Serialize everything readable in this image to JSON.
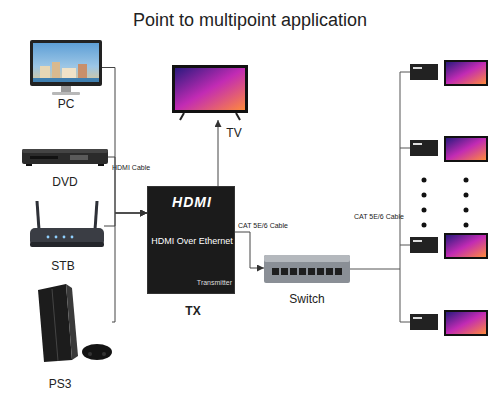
{
  "diagram": {
    "title": "Point to multipoint application",
    "nodes": [
      {
        "text": [
          "PC"
        ]
      },
      {
        "text": [
          "DVD"
        ]
      },
      {
        "text": [
          "STB"
        ]
      },
      {
        "text": [
          "PS3"
        ]
      },
      {
        "text": [
          "TV"
        ]
      },
      {
        "text": [
          "HDMI",
          "HDMI Over Ethernet",
          "Transmitter",
          "TX"
        ]
      },
      {
        "text": [
          "Switch"
        ]
      }
    ],
    "edges": [
      {
        "from": 0,
        "to": 5,
        "arrow": "to"
      },
      {
        "from": 1,
        "to": 5,
        "arrow": "to"
      },
      {
        "from": 2,
        "to": 5,
        "arrow": "to"
      },
      {
        "from": 3,
        "to": 5,
        "arrow": "to"
      },
      {
        "from": 5,
        "to": 4,
        "arrow": "to"
      },
      {
        "from": 5,
        "to": 6,
        "label": "CAT 5E/6 Cable",
        "arrow": "to"
      }
    ],
    "labels": [
      "HDMI Cable",
      "CAT 5E/6 Cable"
    ]
  }
}
